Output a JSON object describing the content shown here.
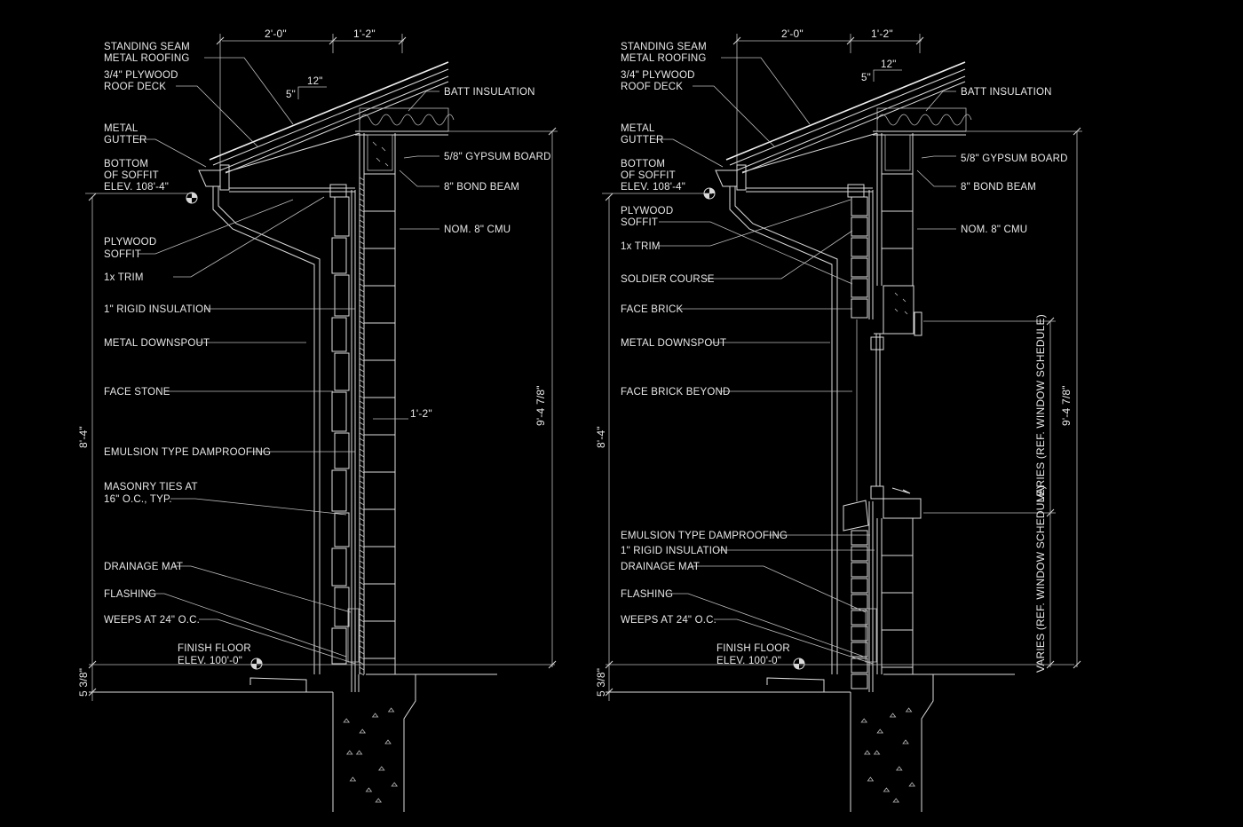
{
  "background": "#000000",
  "line_color": "#e8e8e8",
  "left_section": {
    "labels": {
      "roofing": [
        "STANDING SEAM",
        "METAL ROOFING"
      ],
      "deck": [
        "3/4\" PLYWOOD",
        "ROOF DECK"
      ],
      "gutter": [
        "METAL",
        "GUTTER"
      ],
      "soffit_elev": [
        "BOTTOM",
        "OF SOFFIT",
        "ELEV. 108'-4\""
      ],
      "plywood_soffit": [
        "PLYWOOD",
        "SOFFIT"
      ],
      "trim": "1x TRIM",
      "rigid": "1\" RIGID INSULATION",
      "downspout": "METAL DOWNSPOUT",
      "face": "FACE STONE",
      "damp": "EMULSION TYPE DAMPROOFING",
      "ties": [
        "MASONRY TIES AT",
        "16\" O.C., TYP."
      ],
      "drain": "DRAINAGE MAT",
      "flash": "FLASHING",
      "weeps": "WEEPS AT 24\" O.C.",
      "floor": [
        "FINISH FLOOR",
        "ELEV.  100'-0\""
      ],
      "batt": "BATT INSULATION",
      "gyp": "5/8\" GYPSUM BOARD",
      "bond": "8\" BOND BEAM",
      "cmu": "NOM. 8\" CMU"
    },
    "dims": {
      "top_left": "2'-0\"",
      "top_right": "1'-2\"",
      "slope_run": "12\"",
      "slope_rise": "5\"",
      "height": "8'-4\"",
      "base": "5 3/8\"",
      "overall": "9'-4 7/8\"",
      "wall": "1'-2\""
    }
  },
  "right_section": {
    "labels": {
      "roofing": [
        "STANDING SEAM",
        "METAL ROOFING"
      ],
      "deck": [
        "3/4\" PLYWOOD",
        "ROOF DECK"
      ],
      "gutter": [
        "METAL",
        "GUTTER"
      ],
      "soffit_elev": [
        "BOTTOM",
        "OF SOFFIT",
        "ELEV. 108'-4\""
      ],
      "plywood_soffit": [
        "PLYWOOD",
        "SOFFIT"
      ],
      "trim": "1x TRIM",
      "soldier": "SOLDIER COURSE",
      "facebrick": "FACE BRICK",
      "downspout": "METAL DOWNSPOUT",
      "beyond": "FACE BRICK BEYOND",
      "damp": "EMULSION TYPE DAMPROOFING",
      "rigid": "1\" RIGID INSULATION",
      "drain": "DRAINAGE MAT",
      "flash": "FLASHING",
      "weeps": "WEEPS AT 24\" O.C.",
      "floor": [
        "FINISH FLOOR",
        "ELEV.  100'-0\""
      ],
      "batt": "BATT INSULATION",
      "gyp": "5/8\" GYPSUM BOARD",
      "bond": "8\" BOND BEAM",
      "cmu": "NOM. 8\" CMU"
    },
    "dims": {
      "top_left": "2'-0\"",
      "top_right": "1'-2\"",
      "slope_run": "12\"",
      "slope_rise": "5\"",
      "height": "8'-4\"",
      "base": "5 3/8\"",
      "overall": "9'-4 7/8\"",
      "varies_upper": "VARIES (REF. WINDOW SCHEDULE)",
      "varies_lower": "VARIES (REF. WINDOW SCHEDULE)"
    }
  }
}
